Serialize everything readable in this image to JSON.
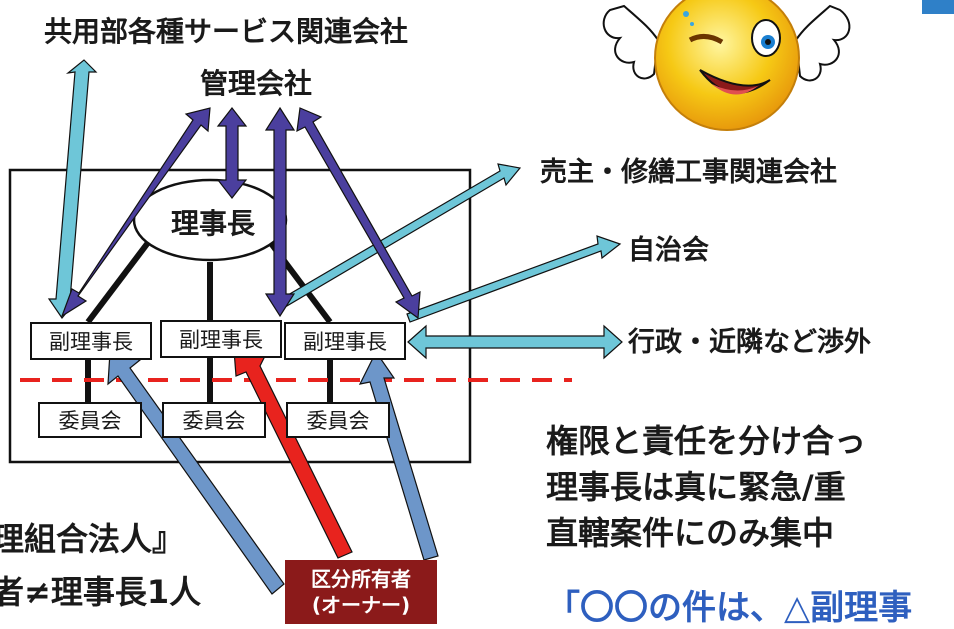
{
  "title_companies": "共用部各種サービス関連会社",
  "management_company": "管理会社",
  "chairman": "理事長",
  "vice_chairs": [
    "副理事長",
    "副理事長",
    "副理事長"
  ],
  "committees": [
    "委員会",
    "委員会",
    "委員会"
  ],
  "right_labels": {
    "sellers": "売主・修繕工事関連会社",
    "residents_assoc": "自治会",
    "external": "行政・近隣など渉外"
  },
  "point_lines": [
    "権限と責任を分け合っ",
    "理事長は真に緊急/重",
    "直轄案件にのみ集中"
  ],
  "quote": "「〇〇の件は、△副理事",
  "left_cut": [
    "理組合法人』",
    "者≠理事長1人"
  ],
  "owner_box": [
    "区分所有者",
    "(オーナー)"
  ],
  "colors": {
    "dark_arrow": "#4b3f9e",
    "light_arrow": "#6ec6d8",
    "blue_arrow": "#6d96c9",
    "red_arrow": "#e8231e",
    "dashed_line": "#e8231e",
    "owner_box": "#8b1a1a",
    "quote_text": "#2e5fbf",
    "emoji_face": "#f6c915"
  },
  "icons": [
    "thumbs-up-emoji-icon"
  ]
}
